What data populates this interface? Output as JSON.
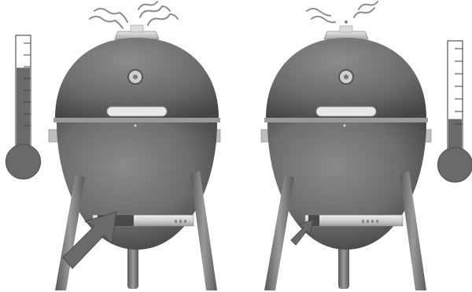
{
  "diagram": {
    "kind": "kamado-grill-comparison",
    "panels": [
      {
        "id": "left",
        "temperature_level": 0.72,
        "vent_opening": "large",
        "smoke_wisps": 4,
        "airflow_arrow": "large"
      },
      {
        "id": "right",
        "temperature_level": 0.28,
        "vent_opening": "small",
        "smoke_wisps": 2,
        "airflow_arrow": "small"
      }
    ],
    "colors": {
      "grill_body": "#6e6e6e",
      "grill_dark": "#4a4a4a",
      "grill_highlight": "#8a8a8a",
      "metal_band": "#d6d6d6",
      "thermometer_fill": "#6a6a6a",
      "thermometer_outline": "#555555",
      "smoke": "#8c8c8c",
      "arrow": "#666666"
    }
  }
}
